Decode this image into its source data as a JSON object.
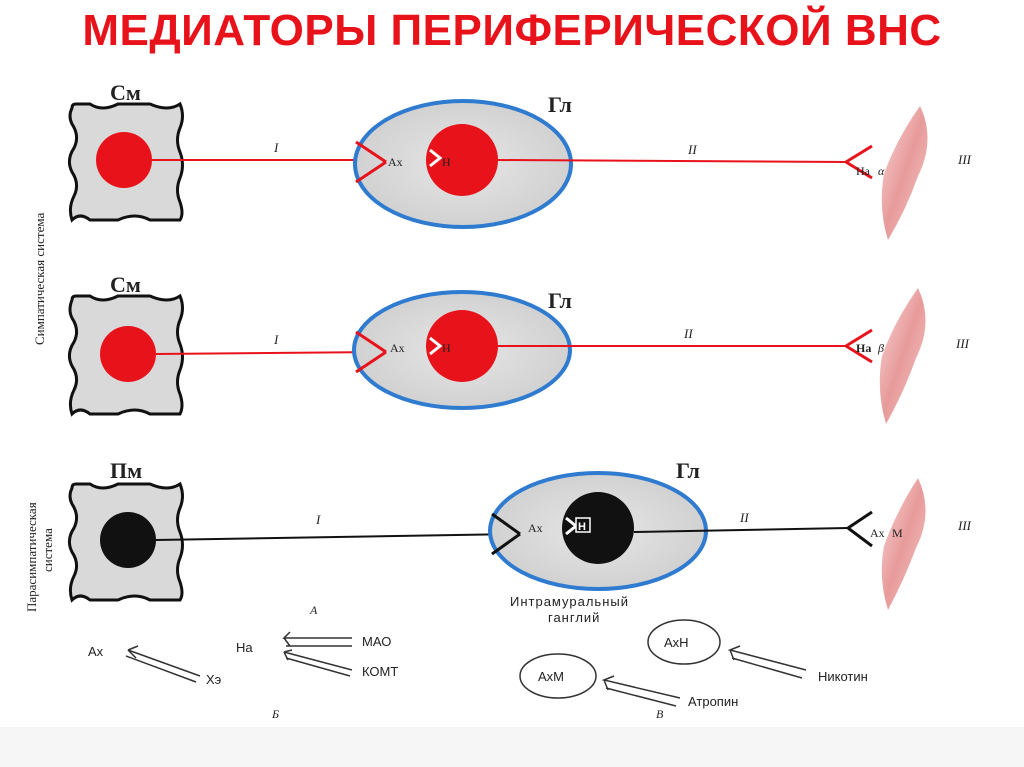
{
  "title": "МЕДИАТОРЫ ПЕРИФЕРИЧЕСКОЙ ВНС",
  "side_labels": {
    "sympathetic": "Симпатическая система",
    "parasympathetic_line1": "Парасимпатическая",
    "parasympathetic_line2": "система"
  },
  "rows": [
    {
      "cell_label": "См",
      "ganglion_label": "Гл",
      "fiber1": "I",
      "fiber2": "II",
      "organ": "III",
      "ganglion_mediator": "Ах",
      "ganglion_receptor": "Н",
      "effector_mediator": "На",
      "effector_receptor": "α",
      "color": "#e8121b"
    },
    {
      "cell_label": "См",
      "ganglion_label": "Гл",
      "fiber1": "I",
      "fiber2": "II",
      "organ": "III",
      "ganglion_mediator": "Ах",
      "ganglion_receptor": "Н",
      "effector_mediator": "На",
      "effector_receptor": "β",
      "color": "#e8121b"
    },
    {
      "cell_label": "Пм",
      "ganglion_label": "Гл",
      "fiber1": "I",
      "fiber2": "II",
      "organ": "III",
      "ganglion_mediator": "Ах",
      "ganglion_receptor": "Н",
      "effector_mediator": "Ах",
      "effector_receptor": "М",
      "ganglion_note_line1": "Интрамуральный",
      "ganglion_note_line2": "ганглий",
      "color": "#111111"
    }
  ],
  "section_labels": {
    "a": "А",
    "b": "Б",
    "v": "В"
  },
  "legend_b": {
    "ach": "Ах",
    "che": "Хэ",
    "na": "На",
    "mao": "МАО",
    "komt": "КОМТ"
  },
  "legend_v": {
    "axn": "АхН",
    "axm": "АхМ",
    "nicotine": "Никотин",
    "atropine": "Атропин"
  },
  "colors": {
    "title": "#e8121b",
    "sympathetic": "#e8121b",
    "parasympathetic": "#111111",
    "ganglion_border": "#2f7bd0",
    "cell_fill": "#d9d9d9",
    "organ": "#e59a9a"
  }
}
